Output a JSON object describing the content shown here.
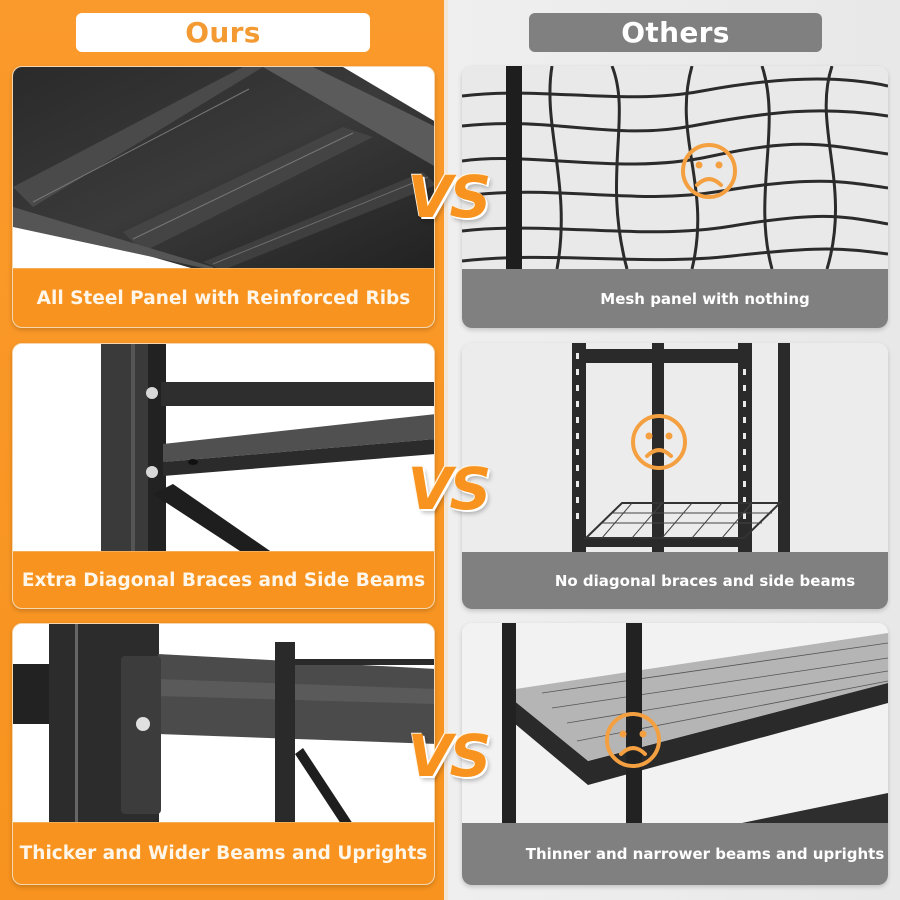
{
  "header": {
    "ours_label": "Ours",
    "others_label": "Others"
  },
  "vs_label": "VS",
  "colors": {
    "brand_orange": "#f7931e",
    "others_gray": "#808080",
    "caption_text_light": "#fff6ea",
    "background_gray": "#ececec"
  },
  "comparisons": [
    {
      "ours": {
        "caption": "All Steel Panel with Reinforced Ribs",
        "image": "underside of steel shelf panel with reinforcing ribs"
      },
      "others": {
        "caption": "Mesh panel with nothing",
        "image": "deformed wire mesh shelf",
        "icon": "sad-face-icon"
      }
    },
    {
      "ours": {
        "caption": "Extra Diagonal Braces and Side Beams",
        "image": "upright with bolted side beam and diagonal brace"
      },
      "others": {
        "caption": "No diagonal braces and side beams",
        "image": "boltless rack with wire deck, no braces",
        "icon": "sad-face-icon"
      }
    },
    {
      "ours": {
        "caption": "Thicker and Wider Beams and Uprights",
        "image": "wide textured beam locked into perforated upright"
      },
      "others": {
        "caption": "Thinner and narrower beams and uprights",
        "image": "thin tubular posts with mesh shelf",
        "icon": "sad-face-icon"
      }
    }
  ]
}
